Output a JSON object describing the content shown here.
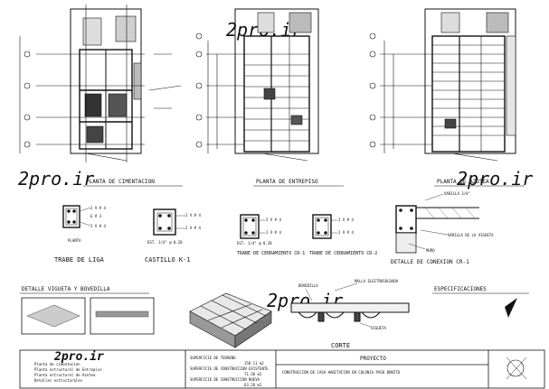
{
  "watermark": {
    "text": "2pro.ir",
    "brand_color": "#e21a1a"
  },
  "plans": [
    {
      "id": "cimentacion",
      "title": "PLANTA DE CIMENTACION"
    },
    {
      "id": "entrepiso",
      "title": "PLANTA DE ENTREPISO"
    },
    {
      "id": "azotea",
      "title": "PLANTA DE AZOTEA"
    }
  ],
  "details": {
    "trabe": {
      "title": "TRABE DE LIGA",
      "sub": "PLANTA",
      "notes": [
        "2 V # 4",
        "E # 3",
        "2 V # 4"
      ]
    },
    "castillo": {
      "title": "CASTILLO K-1",
      "notes": [
        "2 V # 4",
        "2 V # 4",
        "EST. 1/4\" @ 0.20"
      ]
    },
    "cr1": {
      "title": "TRABE DE CERRAMIENTO CR-1",
      "notes": [
        "2 V # 4",
        "2 V # 4",
        "EST. 1/4\" @ 0.20"
      ]
    },
    "cr2": {
      "title": "TRABE DE CERRAMIENTO CR-2",
      "notes": [
        "2 V # 4",
        "2 V # 4"
      ]
    },
    "conexion": {
      "title": "DETALLE DE CONEXION CR-1",
      "notes": [
        "VARILLA 3/8\"",
        "VARILLA DE LA VIGUETA",
        "MURO"
      ]
    },
    "vigueta": {
      "title": "DETALLE VIGUETA Y BOVEDILLA"
    },
    "especificaciones": {
      "title": "ESPECIFICACIONES"
    },
    "corte": {
      "title": "CORTE",
      "labels": [
        "MALLA ELECTROSOLDADA",
        "BOVEDILLA",
        "VIGUETA"
      ]
    }
  },
  "titleblock": {
    "left_lines": [
      "Planta de cimentacion",
      "Planta estructural de Entrepiso",
      "Planta estructural de Azotea",
      "Detalles estructurales"
    ],
    "areas": [
      {
        "label": "SUPERFICIE DE TERRENO",
        "value": "158.11 m2"
      },
      {
        "label": "SUPERFICIE DE CONSTRUCCION EXISTENTE",
        "value": "71.38 m2"
      },
      {
        "label": "SUPERFICIE DE CONSTRUCCION NUEVA",
        "value": "63.28 m2"
      }
    ],
    "proyecto_label": "PROYECTO",
    "proyecto_text": "CONSTRUCCION DE CASA HABITACION EN COLONIA PASO BONITO"
  }
}
